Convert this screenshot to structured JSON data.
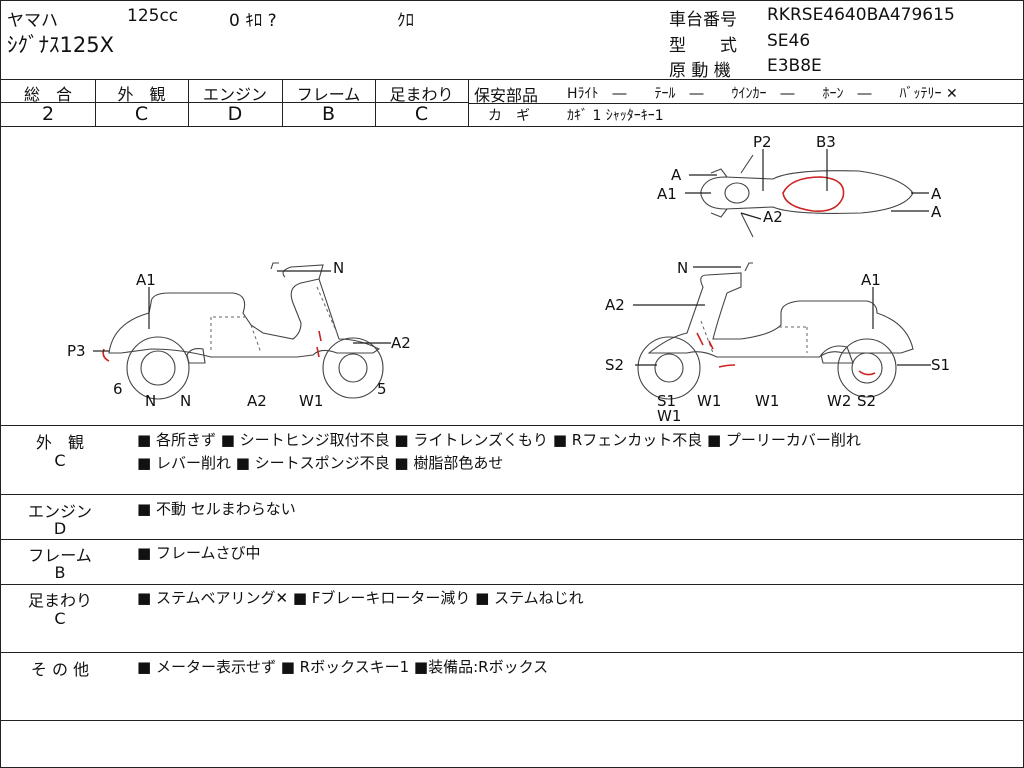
{
  "header": {
    "maker": "ヤマハ",
    "displacement": "125cc",
    "mileage": "0 ｷﾛ ?",
    "color": "ｸﾛ",
    "model_name": "ｼｸﾞﾅｽ125X",
    "frame_no_label": "車台番号",
    "frame_no": "RKRSE4640BA479615",
    "type_label": "型　　式",
    "type": "SE46",
    "engine_label": "原 動 機",
    "engine": "E3B8E"
  },
  "grades": [
    {
      "label": "総　合",
      "value": "2"
    },
    {
      "label": "外　観",
      "value": "C"
    },
    {
      "label": "エンジン",
      "value": "D"
    },
    {
      "label": "フレーム",
      "value": "B"
    },
    {
      "label": "足まわり",
      "value": "C"
    }
  ],
  "safety": {
    "label": "保安部品",
    "items": "Hﾗｲﾄ　―　　ﾃｰﾙ　―　　ｳｲﾝｶｰ　―　　ﾎｰﾝ　―　　ﾊﾞｯﾃﾘｰ ✕",
    "key_label": "カ　ギ",
    "key_value": "ｶｷﾞ 1  ｼｬｯﾀｰｷｰ1"
  },
  "diagram_labels": {
    "left": [
      "A1",
      "P3",
      "6",
      "N",
      "N",
      "A2",
      "W1",
      "5",
      "A2",
      "N"
    ],
    "right": [
      "N",
      "A2",
      "A1",
      "S2",
      "S1",
      "W1",
      "W1",
      "W1",
      "W2",
      "S2",
      "S1"
    ],
    "top": [
      "P2",
      "B3",
      "A",
      "A1",
      "A2",
      "A",
      "A"
    ]
  },
  "sections": [
    {
      "label": "外　観",
      "grade": "C",
      "lines": [
        "■ 各所きず ■ シートヒンジ取付不良 ■ ライトレンズくもり ■ Rフェンカット不良 ■ プーリーカバー削れ",
        "■ レバー削れ ■ シートスポンジ不良 ■ 樹脂部色あせ"
      ]
    },
    {
      "label": "エンジン",
      "grade": "D",
      "lines": [
        "■ 不動 セルまわらない"
      ]
    },
    {
      "label": "フレーム",
      "grade": "B",
      "lines": [
        "■ フレームさび中"
      ]
    },
    {
      "label": "足まわり",
      "grade": "C",
      "lines": [
        "■ ステムベアリング✕ ■ Fブレーキローター減り ■ ステムねじれ"
      ]
    },
    {
      "label": "そ の 他",
      "grade": "",
      "lines": [
        "■ メーター表示せず ■ Rボックスキー1 ■装備品:Rボックス"
      ]
    }
  ],
  "colors": {
    "border": "#222222",
    "damage": "#cc2222"
  }
}
